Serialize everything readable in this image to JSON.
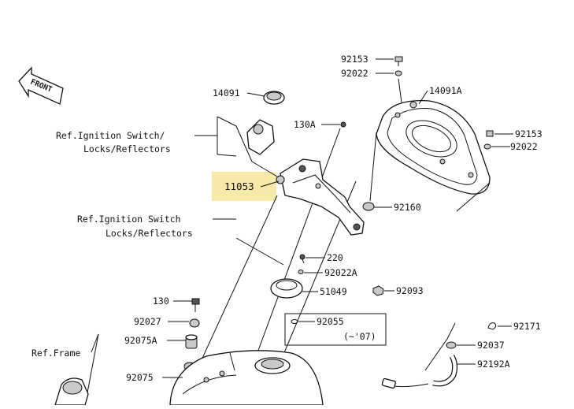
{
  "front_label": "FRONT",
  "highlight_color": "#f7e9a8",
  "labels": {
    "p92153_top": "92153",
    "p92022_top": "92022",
    "p14091": "14091",
    "p14091A": "14091A",
    "ref_ign_1a": "Ref.Ignition Switch/",
    "ref_ign_1b": "Locks/Reflectors",
    "p130A": "130A",
    "p92153_right": "92153",
    "p92022_right": "92022",
    "p11053": "11053",
    "p92160": "92160",
    "ref_ign_2a": "Ref.Ignition Switch",
    "ref_ign_2b": "Locks/Reflectors",
    "p220": "220",
    "p92022A": "92022A",
    "p130": "130",
    "p51049": "51049",
    "p92093": "92093",
    "p92027": "92027",
    "p92055": "92055",
    "p92055_note": "(~'07)",
    "p92171": "92171",
    "ref_frame": "Ref.Frame",
    "p92075A": "92075A",
    "p92037": "92037",
    "p92192A": "92192A",
    "p92075": "92075"
  }
}
